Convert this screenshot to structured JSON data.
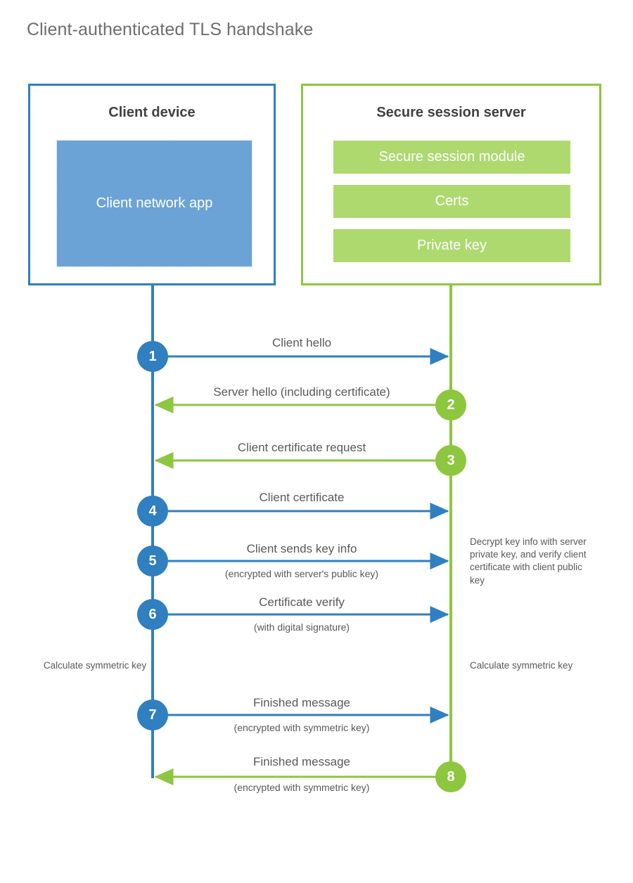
{
  "title": "Client-authenticated TLS handshake",
  "colors": {
    "client_blue": "#2f7fc1",
    "client_app_fill": "#6ba3d6",
    "server_green": "#8dc63f",
    "server_module_fill": "#aed96f",
    "text_gray": "#58595b",
    "title_gray": "#6d6e71",
    "background": "#ffffff"
  },
  "client": {
    "title": "Client device",
    "app_label": "Client network app"
  },
  "server": {
    "title": "Secure session server",
    "modules": [
      {
        "label": "Secure session module"
      },
      {
        "label": "Certs"
      },
      {
        "label": "Private key"
      }
    ]
  },
  "steps": [
    {
      "number": "1",
      "label": "Client hello",
      "sublabel": "",
      "direction": "client-to-server",
      "origin": "client"
    },
    {
      "number": "2",
      "label": "Server hello (including certificate)",
      "sublabel": "",
      "direction": "server-to-client",
      "origin": "server"
    },
    {
      "number": "3",
      "label": "Client certificate request",
      "sublabel": "",
      "direction": "server-to-client",
      "origin": "server"
    },
    {
      "number": "4",
      "label": "Client certificate",
      "sublabel": "",
      "direction": "client-to-server",
      "origin": "client"
    },
    {
      "number": "5",
      "label": "Client sends key info",
      "sublabel": "(encrypted with server's public key)",
      "direction": "client-to-server",
      "origin": "client"
    },
    {
      "number": "6",
      "label": "Certificate verify",
      "sublabel": "(with digital signature)",
      "direction": "client-to-server",
      "origin": "client"
    },
    {
      "number": "7",
      "label": "Finished message",
      "sublabel": "(encrypted with symmetric key)",
      "direction": "client-to-server",
      "origin": "client"
    },
    {
      "number": "8",
      "label": "Finished message",
      "sublabel": "(encrypted with symmetric key)",
      "direction": "server-to-client",
      "origin": "server"
    }
  ],
  "notes": {
    "server_decrypt": "Decrypt key info with server private key, and verify client certificate with client public key",
    "client_calculate": "Calculate symmetric key",
    "server_calculate": "Calculate symmetric key"
  }
}
